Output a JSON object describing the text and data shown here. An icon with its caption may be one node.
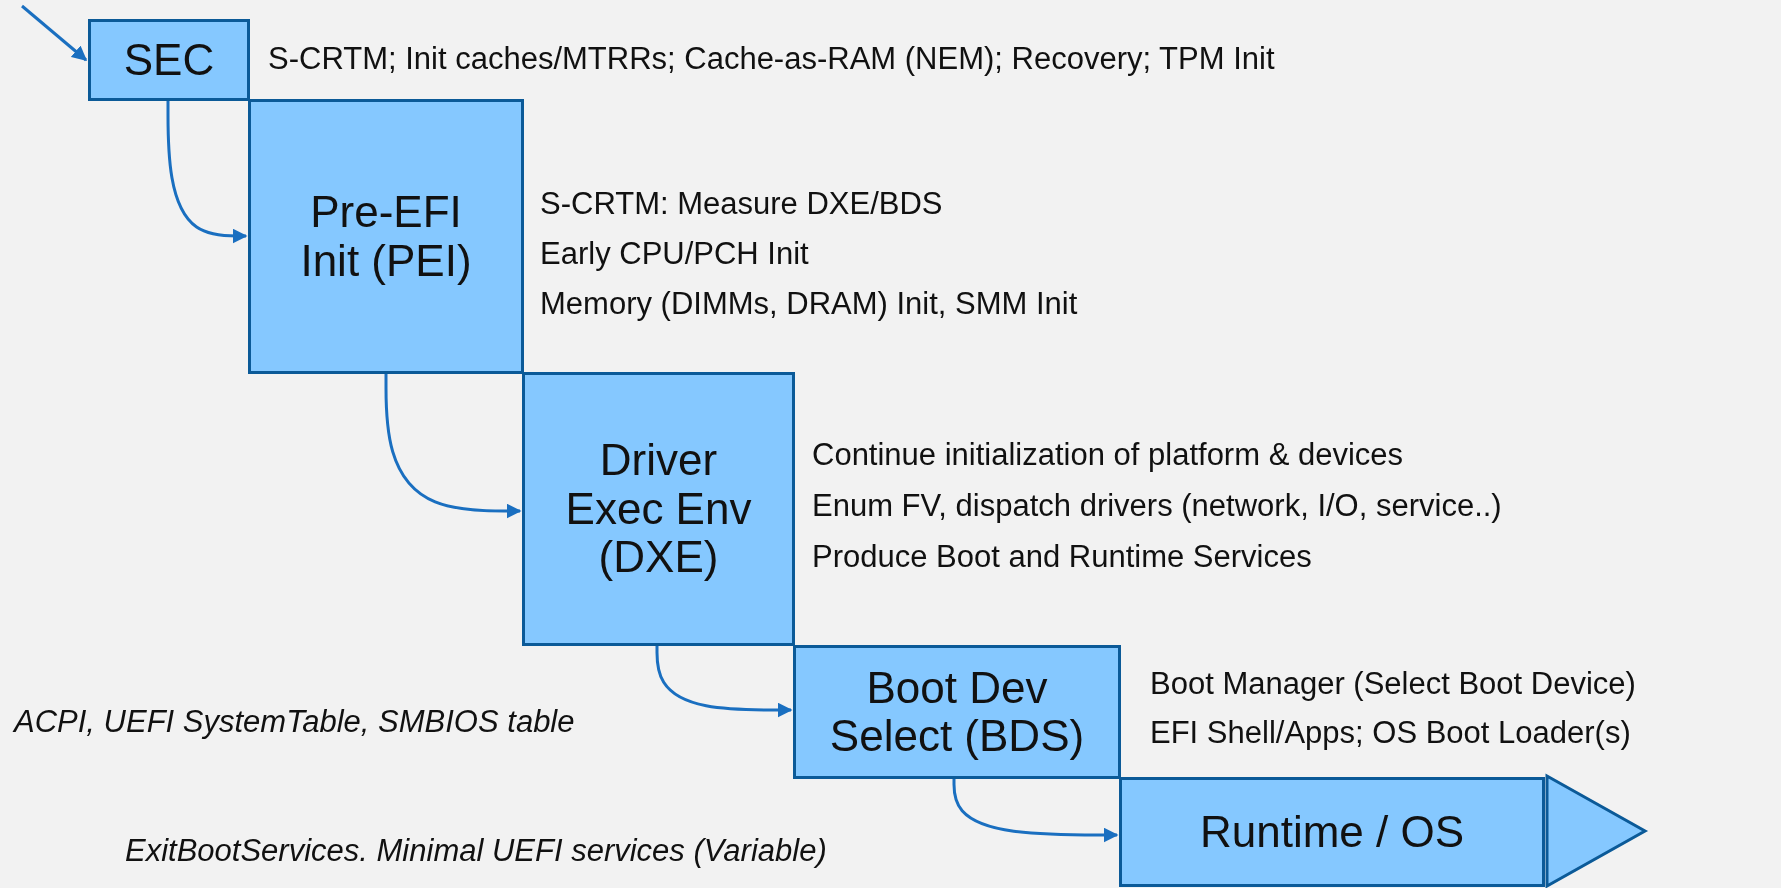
{
  "diagram": {
    "nodes": [
      {
        "text": [
          "SEC"
        ],
        "beside": [
          "S-CRTM; Init caches/MTRRs; Cache-as-RAM (NEM); Recovery; TPM Init"
        ]
      },
      {
        "text": [
          "Pre-EFI Init (PEI)"
        ],
        "beside": [
          "S-CRTM: Measure DXE/BDS",
          "Early CPU/PCH Init",
          "Memory (DIMMs, DRAM) Init, SMM Init"
        ]
      },
      {
        "text": [
          "Driver Exec Env (DXE)"
        ],
        "beside": [
          "Continue initialization of platform & devices",
          "Enum FV, dispatch drivers (network, I/O, service..)",
          "Produce Boot and Runtime Services"
        ]
      },
      {
        "text": [
          "Boot Dev Select (BDS)"
        ],
        "beside": [
          "Boot Manager (Select Boot Device)",
          "EFI Shell/Apps; OS Boot Loader(s)"
        ]
      },
      {
        "text": [
          "Runtime / OS"
        ]
      }
    ],
    "edges": [
      {
        "from": null,
        "to": 0,
        "arrow": "to"
      },
      {
        "from": 0,
        "to": 1,
        "arrow": "to"
      },
      {
        "from": 1,
        "to": 2,
        "arrow": "to"
      },
      {
        "from": 2,
        "to": 3,
        "arrow": "to"
      },
      {
        "from": 3,
        "to": 4,
        "arrow": "to"
      }
    ],
    "labels": [
      "ACPI, UEFI SystemTable, SMBIOS table",
      "ExitBootServices. Minimal UEFI services (Variable)"
    ]
  }
}
